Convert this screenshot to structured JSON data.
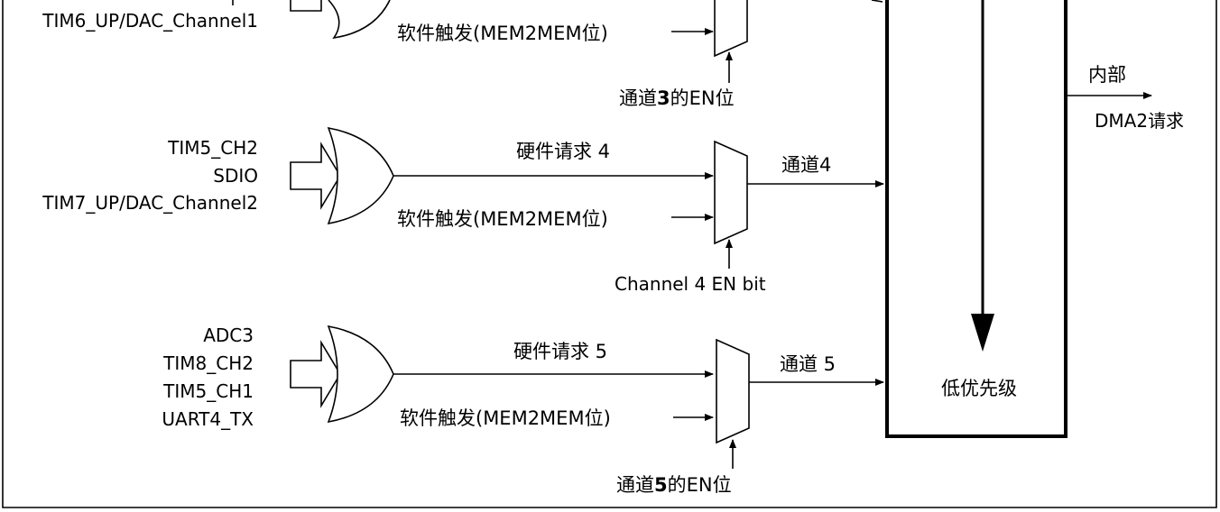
{
  "channel3_partial": {
    "sources": [
      "TIM6_UP/DAC_Channel1"
    ],
    "software_trigger": "软件触发(MEM2MEM位)",
    "en_label_pre": "通道",
    "en_label_num": "3",
    "en_label_post": "的EN位"
  },
  "channel4": {
    "sources": [
      "TIM5_CH2",
      "SDIO",
      "TIM7_UP/DAC_Channel2"
    ],
    "hw_request": "硬件请求 4",
    "software_trigger": "软件触发(MEM2MEM位)",
    "channel_label": "通道4",
    "en_label": "Channel 4 EN bit"
  },
  "channel5": {
    "sources": [
      "ADC3",
      "TIM8_CH2",
      "TIM5_CH1",
      "UART4_TX"
    ],
    "hw_request": "硬件请求 5",
    "software_trigger": "软件触发(MEM2MEM位)",
    "channel_label": "通道 5",
    "en_label_pre": "通道",
    "en_label_num": "5",
    "en_label_post": "的EN位"
  },
  "arbiter": {
    "low_priority": "低优先级"
  },
  "output": {
    "internal": "内部",
    "dma_request": "DMA2请求"
  },
  "colors": {
    "line": "#000000",
    "background": "#ffffff"
  }
}
